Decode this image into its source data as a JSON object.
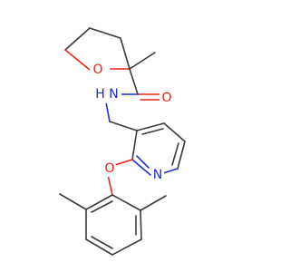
{
  "diagram": {
    "type": "chemical-structure",
    "atoms": {
      "ring_oxygen": {
        "symbol": "O",
        "color": "#e8231a"
      },
      "carbonyl_oxygen": {
        "symbol": "O",
        "color": "#e8231a"
      },
      "amide_nitrogen": {
        "symbol": "H N",
        "color": "#1f2fd6"
      },
      "ether_oxygen": {
        "symbol": "O",
        "color": "#e8231a"
      },
      "pyridine_nitrogen": {
        "symbol": "N",
        "color": "#1f2fd6"
      }
    }
  }
}
